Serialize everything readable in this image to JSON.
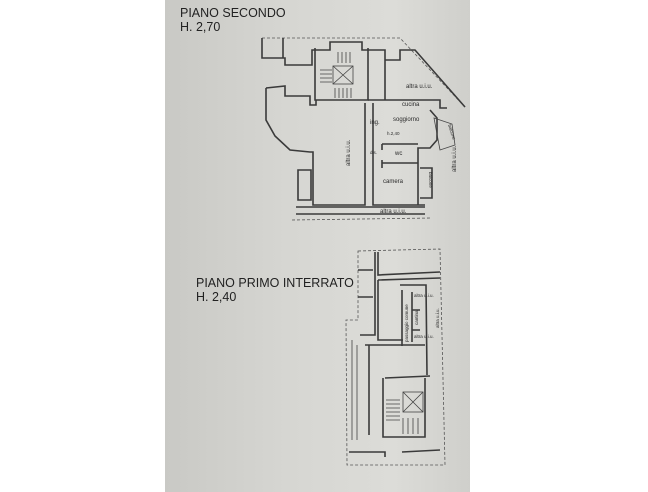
{
  "upper_floor": {
    "title": "PIANO SECONDO",
    "height": "H. 2,70",
    "rooms": {
      "altra_top": "altra u.i.u.",
      "cucina": "cucina",
      "soggiorno": "soggiorno",
      "ingresso": "ing.",
      "room_height": "h.2,40",
      "disimpegno": "dis.",
      "wc": "wc",
      "camera": "camera",
      "balcone_right": "balcone",
      "balcone_lower": "balcone",
      "altra_left": "altra u.i.u.",
      "altra_right": "altra u.i.u.",
      "altra_bottom": "altra u.i.u."
    }
  },
  "basement_floor": {
    "title": "PIANO PRIMO INTERRATO",
    "height": "H. 2,40",
    "rooms": {
      "altra_upper": "altra u.i.u.",
      "passaggio": "passaggio comune",
      "cantina": "cantina",
      "altra_lower": "altra u.i.u.",
      "altra_right": "altra u.i.u."
    }
  }
}
